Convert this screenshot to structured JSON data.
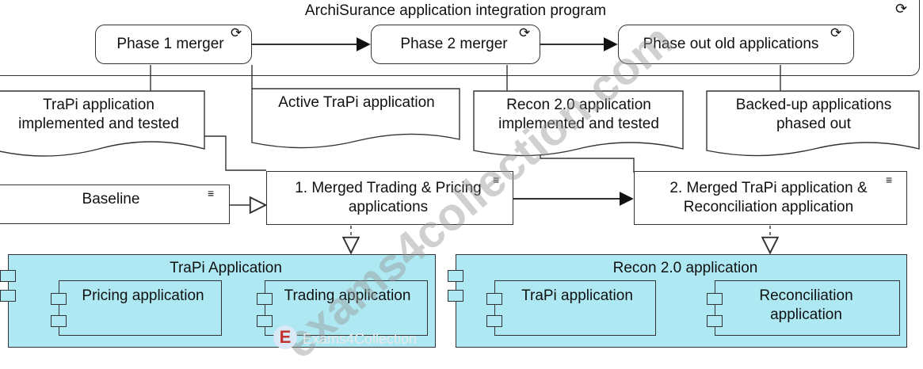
{
  "program": {
    "title": "ArchiSurance application integration program"
  },
  "work_packages": [
    {
      "label": "Phase 1 merger"
    },
    {
      "label": "Phase 2 merger"
    },
    {
      "label": "Phase out old applications"
    }
  ],
  "deliverables": [
    {
      "label": "TraPi application implemented and tested"
    },
    {
      "label": "Active TraPi application"
    },
    {
      "label": "Recon 2.0 application implemented and tested"
    },
    {
      "label": "Backed-up applications phased out"
    }
  ],
  "plateaus": [
    {
      "label": "Baseline"
    },
    {
      "label": "1. Merged Trading & Pricing applications"
    },
    {
      "label": "2. Merged TraPi application & Reconciliation application"
    }
  ],
  "components": [
    {
      "label": "TraPi Application",
      "children": [
        "Pricing application",
        "Trading application"
      ]
    },
    {
      "label": "Recon 2.0 application",
      "children": [
        "TraPi application",
        "Reconciliation application"
      ]
    }
  ],
  "watermark": {
    "text": "exams4collection.com",
    "footer": "Exams4Collection"
  }
}
